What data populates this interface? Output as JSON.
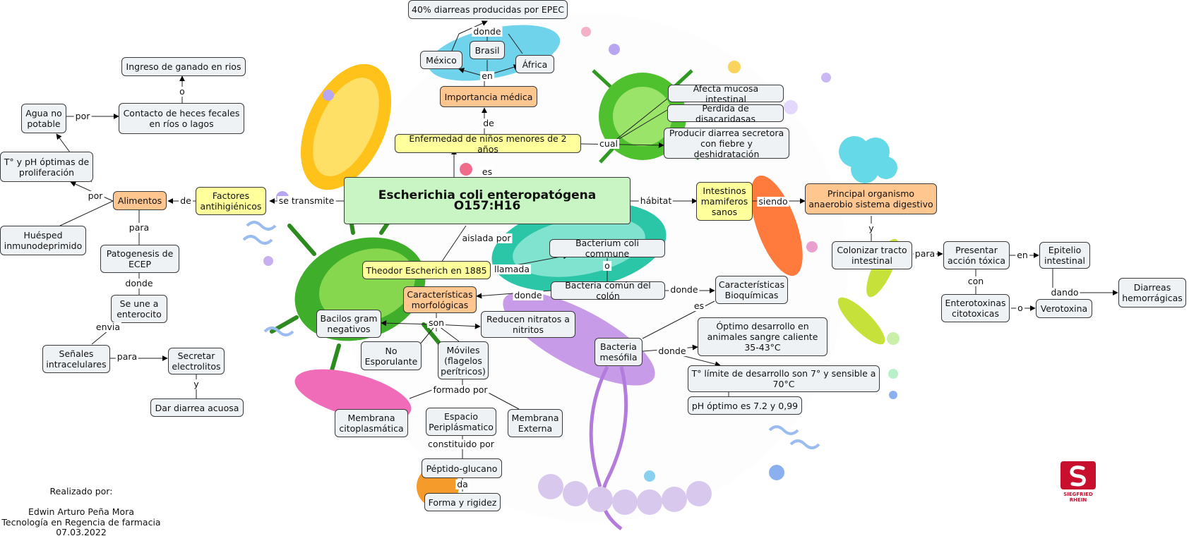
{
  "title": "Escherichia coli enteropatógena O157:H16",
  "nodes": {
    "diarreas_epec": "40% diarreas producidas por EPEC",
    "mexico": "México",
    "brasil": "Brasil",
    "africa": "África",
    "importancia_medica": "Importancia médica",
    "enfermedad_ninos": "Enfermedad de niños menores de 2 años",
    "afecta_mucosa": "Afecta mucosa intestinal",
    "perdida_disacaridasas": "Perdida de disacaridasas",
    "diarrea_secretora": "Producir diarrea secretora con fiebre y deshidratación",
    "ingreso_ganado": "Ingreso de ganado en rios",
    "agua_no_potable": "Agua no potable",
    "contacto_heces": "Contacto de heces fecales en ríos o lagos",
    "temp_ph_proliferacion": "T° y pH óptimas de proliferación",
    "alimentos": "Alimentos",
    "factores_antihigienicos": "Factores antihigiénicos",
    "huesped": "Huésped inmunodeprimido",
    "patogenesis": "Patogenesis de ECEP",
    "se_une": "Se une a enterocito",
    "senales": "Señales intracelulares",
    "secretar": "Secretar electrolitos",
    "dar_diarrea": "Dar diarrea acuosa",
    "intestinos": "Intestinos mamiferos sanos",
    "principal_organismo": "Principal organismo anaerobio sistema digestivo",
    "colonizar": "Colonizar tracto intestinal",
    "presentar_accion": "Presentar acción tóxica",
    "epitelio": "Epitelio intestinal",
    "diarreas_hemorragicas": "Diarreas hemorrágicas",
    "enterotoxinas": "Enterotoxinas citotoxicas",
    "verotoxina": "Verotoxina",
    "theodor": "Theodor Escherich en 1885",
    "bacterium_coli": "Bacterium coli commune",
    "bacteria_comun": "Bacteria común del colón",
    "caract_morfologicas": "Características morfológicas",
    "caract_bioquimicas": "Características Bioquímicas",
    "bacilos": "Bacilos gram negativos",
    "reducen_nitratos": "Reducen nitratos a nitritos",
    "no_esporulante": "No Esporulante",
    "moviles": "Móviles (flagelos perítricos)",
    "bacteria_mesofila": "Bacteria mesófila",
    "optimo_desarrollo": "Óptimo desarrollo en animales sangre caliente 35-43°C",
    "limite_desarrollo": "T° límite de desarrollo son 7° y sensible a 70°C",
    "ph_optimo": "pH óptimo es 7.2 y 0,99",
    "membrana_cito": "Membrana citoplasmática",
    "espacio_peri": "Espacio Periplásmatico",
    "membrana_ext": "Membrana Externa",
    "peptido": "Péptido-glucano",
    "forma_rigidez": "Forma y rigidez"
  },
  "links": {
    "donde_top": "donde",
    "en_top": "en",
    "de_imp": "de",
    "es_top": "es",
    "cual": "cual",
    "o_ganado": "o",
    "por_agua": "por",
    "por_alim": "por",
    "de_alim": "de",
    "se_transmite": "se transmite",
    "para_alim": "para",
    "donde_pat": "donde",
    "envia": "envia",
    "para_sen": "para",
    "y_sec": "y",
    "habitat": "hábitat",
    "siendo": "siendo",
    "y_col": "y",
    "para_col": "para",
    "en_acc": "en",
    "con_acc": "con",
    "o_ent": "o",
    "dando": "dando",
    "aislada_por": "aislada por",
    "llamada": "llamada",
    "o_bact": "o",
    "donde_morf": "donde",
    "donde_bioq": "donde",
    "son": "son",
    "es_bioq": "es",
    "donde_mes": "donde",
    "formado_por": "formado por",
    "constituido_por": "constituido por",
    "da": "da"
  },
  "credits": [
    "Realizado por:",
    "",
    "Edwin Arturo Peña Mora",
    "Tecnología en Regencia de farmacia",
    "07.03.2022"
  ],
  "logo_text": [
    "SIEGFRIED",
    "RHEIN"
  ],
  "colors": {
    "main_node": "#c9f5c4",
    "yellow_node": "#ffff9c",
    "orange_node": "#ffc690",
    "default_node": "#eef2f5",
    "logo_red": "#c8102e"
  }
}
